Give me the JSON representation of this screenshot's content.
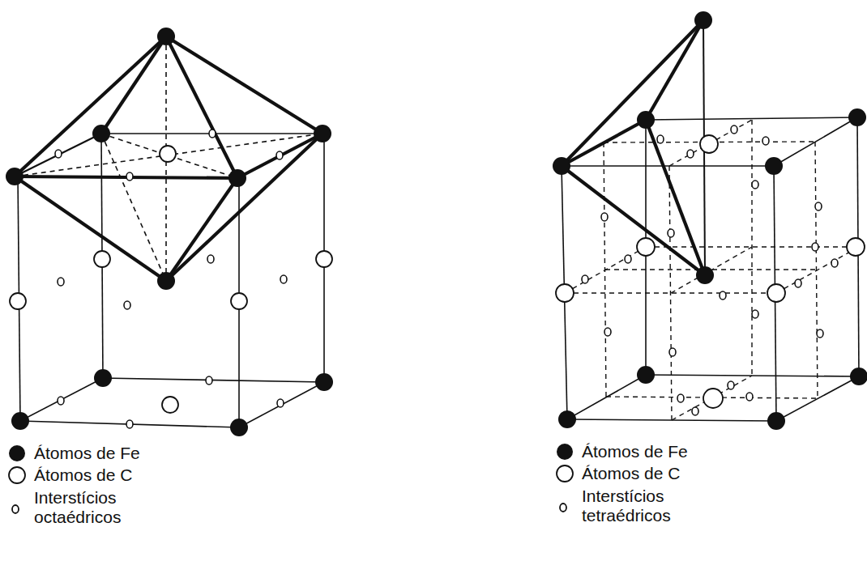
{
  "diagram": {
    "legend": [
      {
        "text": "Átomos de Fe"
      },
      {
        "text": "Átomos de C"
      },
      {
        "text": "Interstícios octaédricos"
      },
      {
        "text": "Átomos de Fe"
      },
      {
        "text": "Átomos de C"
      },
      {
        "text": "Interstícios tetraédricos"
      }
    ]
  }
}
